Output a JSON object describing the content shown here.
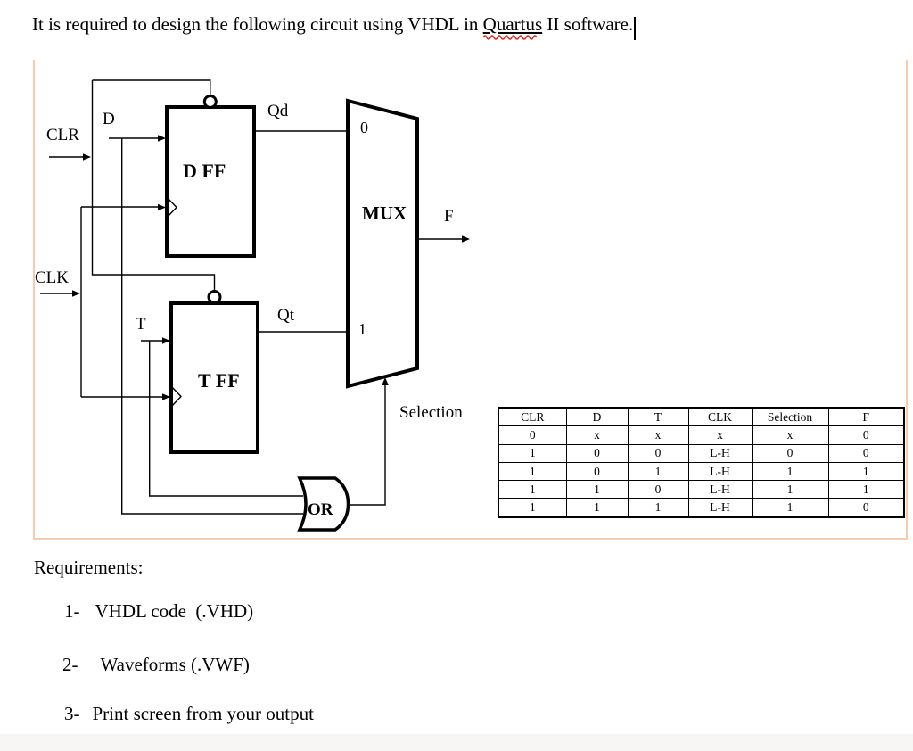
{
  "title": {
    "prefix": "It is required to design the following circuit using VHDL in ",
    "misspelled_word": "Quartus",
    "suffix": " II software."
  },
  "editor_marks": {
    "spellcheck_squiggle_color": "#e02b20",
    "text_cursor": "caret"
  },
  "colors": {
    "frame_border": "#f5cdae",
    "line": "#000000",
    "background": "#ffffff"
  },
  "diagram": {
    "labels": {
      "clr": "CLR",
      "clk": "CLK",
      "d": "D",
      "t": "T",
      "qd": "Qd",
      "qt": "Qt",
      "dff": "D FF",
      "tff": "T FF",
      "mux": "MUX",
      "mux_in0": "0",
      "mux_in1": "1",
      "f": "F",
      "selection": "Selection",
      "or": "OR"
    }
  },
  "table": {
    "headers": [
      "CLR",
      "D",
      "T",
      "CLK",
      "Selection",
      "F"
    ],
    "rows": [
      [
        "0",
        "x",
        "x",
        "x",
        "x",
        "0"
      ],
      [
        "1",
        "0",
        "0",
        "L-H",
        "0",
        "0"
      ],
      [
        "1",
        "0",
        "1",
        "L-H",
        "1",
        "1"
      ],
      [
        "1",
        "1",
        "0",
        "L-H",
        "1",
        "1"
      ],
      [
        "1",
        "1",
        "1",
        "L-H",
        "1",
        "0"
      ]
    ]
  },
  "requirements": {
    "heading": "Requirements:",
    "items": [
      {
        "num": "1-",
        "text": "VHDL code  (.VHD)"
      },
      {
        "num": "2-",
        "text": "Waveforms (.VWF)"
      },
      {
        "num": "3-",
        "text": "Print screen from your output"
      }
    ]
  }
}
